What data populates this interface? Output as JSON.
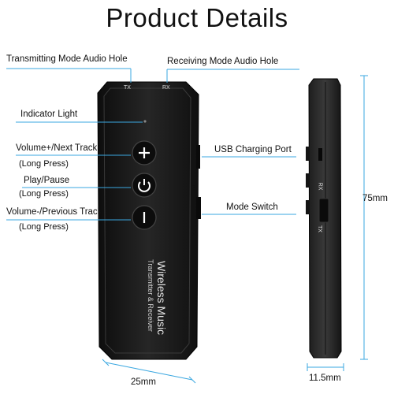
{
  "title": "Product Details",
  "labels": {
    "transmitting_hole": "Transmitting Mode Audio Hole",
    "receiving_hole": "Receiving Mode Audio Hole",
    "indicator": "Indicator Light",
    "volume_up": "Volume+/Next Track",
    "volume_up_sub": "(Long Press)",
    "play_pause": "Play/Pause",
    "play_pause_sub": "(Long Press)",
    "volume_down": "Volume-/Previous Track",
    "volume_down_sub": "(Long Press)",
    "usb": "USB Charging Port",
    "mode_switch": "Mode Switch"
  },
  "device": {
    "port_tx": "TX",
    "port_rx": "RX",
    "brand": "Wireless Music",
    "subtitle": "Transmitter & Receiver",
    "switch_rx": "RX",
    "switch_tx": "TX"
  },
  "dimensions": {
    "width": "25mm",
    "depth": "11.5mm",
    "height": "75mm"
  },
  "colors": {
    "callout_line": "#3aa7e0",
    "device_body": "#1b1b1b"
  }
}
